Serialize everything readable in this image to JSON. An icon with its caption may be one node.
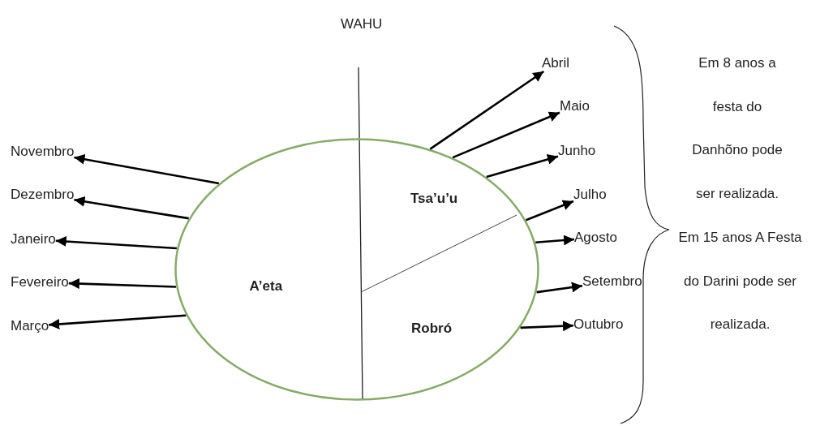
{
  "diagram": {
    "nodes": [
      {
        "text": [
          "A’eta",
          "Tsa’u’u",
          "Robró"
        ]
      },
      {
        "text": [
          "Abril"
        ]
      },
      {
        "text": [
          "Maio"
        ]
      },
      {
        "text": [
          "Junho"
        ]
      },
      {
        "text": [
          "Julho"
        ]
      },
      {
        "text": [
          "Agosto"
        ]
      },
      {
        "text": [
          "Setembro"
        ]
      },
      {
        "text": [
          "Outubro"
        ]
      },
      {
        "text": [
          "Novembro"
        ]
      },
      {
        "text": [
          "Dezembro"
        ]
      },
      {
        "text": [
          "Janeiro"
        ]
      },
      {
        "text": [
          "Fevereiro"
        ]
      },
      {
        "text": [
          "Março"
        ]
      }
    ],
    "edges": [
      {
        "from": 0,
        "to": 1,
        "arrow": "to"
      },
      {
        "from": 0,
        "to": 2,
        "arrow": "to"
      },
      {
        "from": 0,
        "to": 3,
        "arrow": "to"
      },
      {
        "from": 0,
        "to": 4,
        "arrow": "to"
      },
      {
        "from": 0,
        "to": 5,
        "arrow": "to"
      },
      {
        "from": 0,
        "to": 6,
        "arrow": "to"
      },
      {
        "from": 0,
        "to": 7,
        "arrow": "to"
      },
      {
        "from": 0,
        "to": 8,
        "arrow": "to"
      },
      {
        "from": 0,
        "to": 9,
        "arrow": "to"
      },
      {
        "from": 0,
        "to": 10,
        "arrow": "to"
      },
      {
        "from": 0,
        "to": 11,
        "arrow": "to"
      },
      {
        "from": 0,
        "to": 12,
        "arrow": "to"
      }
    ],
    "labels": [
      "WAHU",
      "Em 8 anos a festa do Danhõno pode ser realizada.",
      "Em 15 anos A Festa do Darini pode ser realizada."
    ]
  }
}
